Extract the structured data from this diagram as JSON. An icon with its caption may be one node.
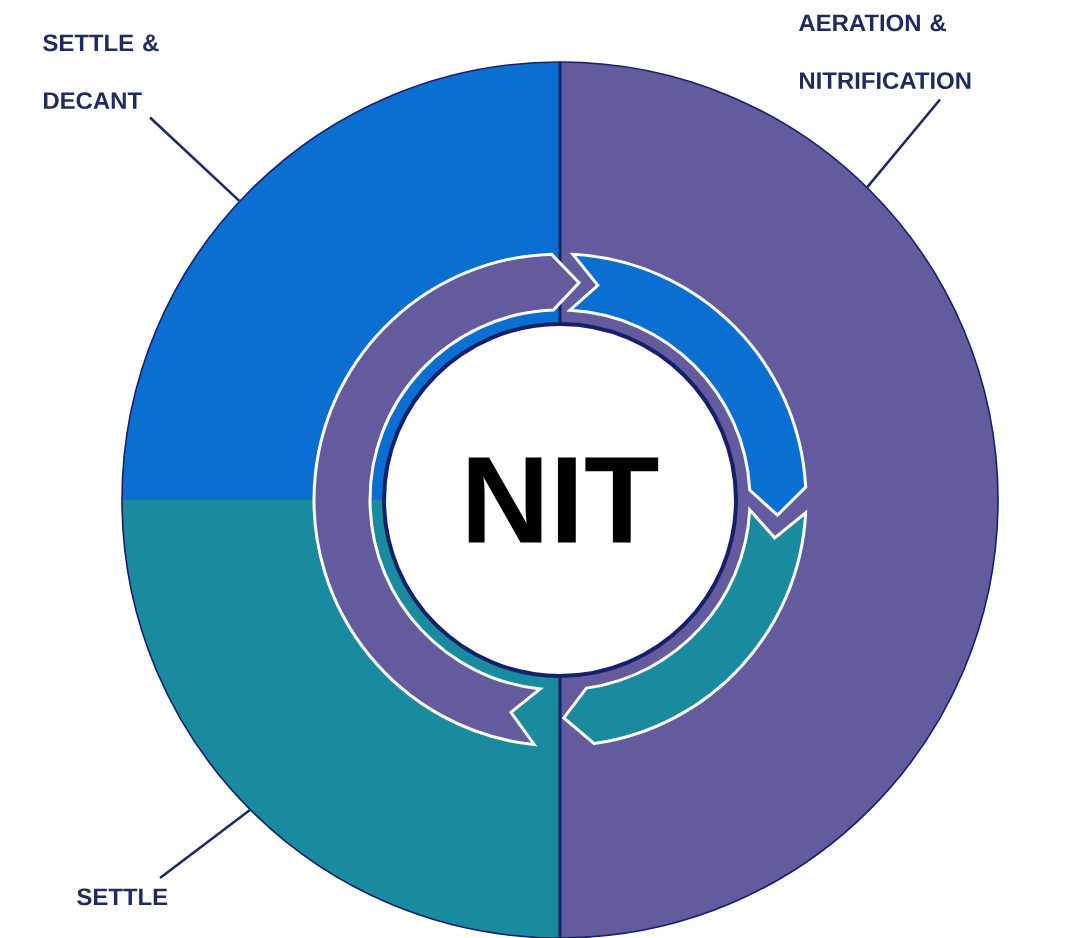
{
  "diagram": {
    "nodes": [
      {
        "text": [
          "SETTLE & DECANT"
        ]
      },
      {
        "text": [
          "AERATION & NITRIFICATION"
        ]
      },
      {
        "text": [],
        "shape": "wedge"
      },
      {
        "text": [],
        "shape": "wedge"
      },
      {
        "text": [],
        "shape": "wedge"
      },
      {
        "text": [
          "NIT"
        ]
      },
      {
        "text": [
          "SETTLE"
        ]
      }
    ],
    "edges": [
      {
        "from": 0,
        "to": 2,
        "arrow": "none"
      },
      {
        "from": 1,
        "to": 3,
        "arrow": "none"
      },
      {
        "from": 6,
        "to": 4,
        "arrow": "none"
      }
    ]
  }
}
